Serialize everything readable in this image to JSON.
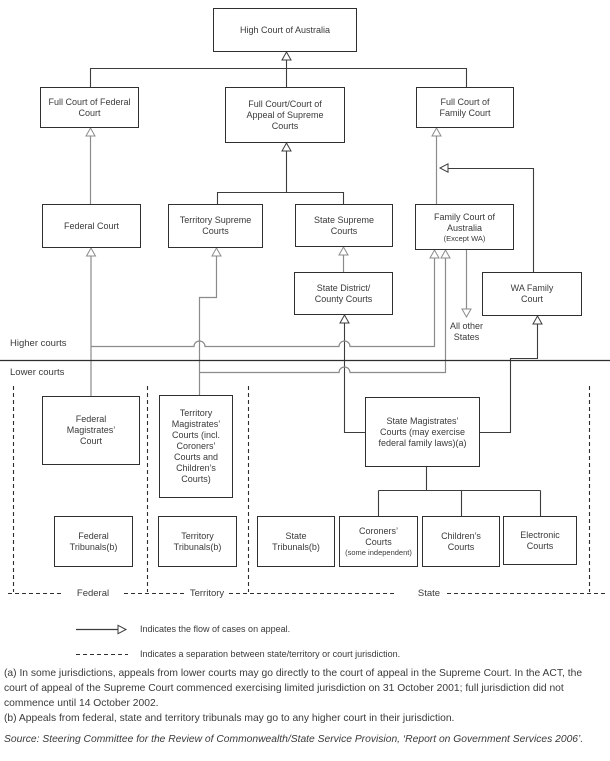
{
  "nodes": {
    "high_court": {
      "label": "High Court of Australia"
    },
    "full_court_federal": {
      "label": "Full Court of Federal Court"
    },
    "full_court_supreme": {
      "label": "Full Court/Court of Appeal of Supreme Courts"
    },
    "full_court_family": {
      "label": "Full Court of Family Court"
    },
    "federal_court": {
      "label": "Federal Court"
    },
    "territory_supreme": {
      "label": "Territory Supreme Courts"
    },
    "state_supreme": {
      "label": "State Supreme Courts"
    },
    "family_court_australia": {
      "label": "Family Court of Australia",
      "sub": "(Except WA)"
    },
    "state_district": {
      "label": "State District/ County Courts"
    },
    "wa_family": {
      "label": "WA Family Court"
    },
    "federal_magistrates": {
      "label": "Federal Magistrates’ Court"
    },
    "territory_magistrates": {
      "label": "Territory Magistrates’ Courts (incl. Coroners’ Courts and Children’s Courts)"
    },
    "state_magistrates": {
      "label": "State Magistrates’ Courts (may exercise federal family laws)(a)"
    },
    "federal_tribunals": {
      "label": "Federal Tribunals(b)"
    },
    "territory_tribunals": {
      "label": "Territory Tribunals(b)"
    },
    "state_tribunals": {
      "label": "State Tribunals(b)"
    },
    "coroners_courts": {
      "label": "Coroners’ Courts",
      "sub": "(some independent)"
    },
    "childrens_courts": {
      "label": "Children’s Courts"
    },
    "electronic_courts": {
      "label": "Electronic Courts"
    }
  },
  "labels": {
    "higher_courts": "Higher courts",
    "lower_courts": "Lower courts",
    "all_other_states": "All other States"
  },
  "sections": {
    "federal": "Federal",
    "territory": "Territory",
    "state": "State"
  },
  "legend": {
    "flow": "Indicates the flow of cases on appeal.",
    "separation": "Indicates a separation between state/territory or court jurisdiction."
  },
  "footnotes": {
    "a": "(a) In some jurisdictions, appeals from lower courts may go directly to the court of appeal in the Supreme Court. In the ACT, the court of appeal of the Supreme Court commenced exercising limited jurisdiction on 31 October 2001; full jurisdiction did not commence until 14 October 2002.",
    "b": "(b) Appeals from federal, state and territory tribunals may go to any higher court in their jurisdiction."
  },
  "source": "Source: Steering Committee for the Review of Commonwealth/State Service Provision, ‘Report on Government Services 2006’.",
  "colors": {
    "box_border": "#2f2f2f",
    "tree_line": "#3c3c3c",
    "flow_line": "#8b8b8b",
    "text": "#3a3a3a"
  }
}
